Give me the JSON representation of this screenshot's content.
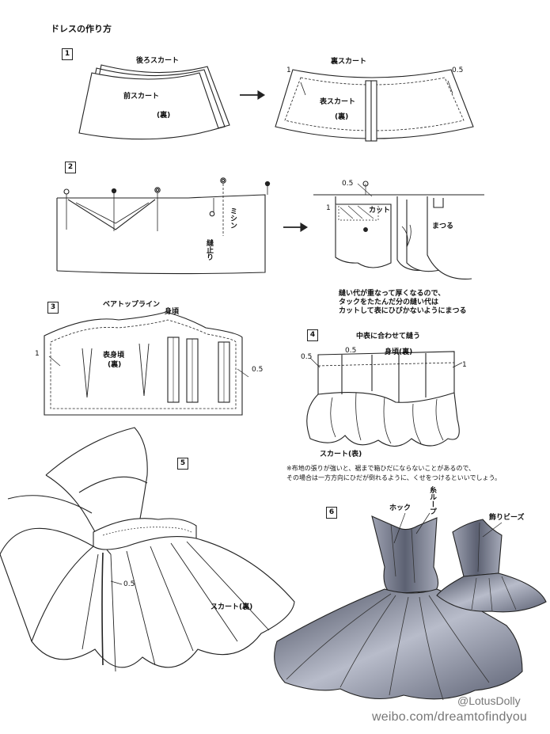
{
  "title": "ドレスの作り方",
  "steps": [
    "1",
    "2",
    "3",
    "4",
    "5",
    "6"
  ],
  "step1": {
    "back_skirt": "後ろスカート",
    "front_skirt": "前スカート",
    "reverse1": "(裏)",
    "lining_skirt": "裏スカート",
    "outer_skirt": "表スカート",
    "reverse2": "(裏)",
    "m1": "1",
    "m05": "0.5"
  },
  "step2": {
    "sewing": "ミシン",
    "stop_stitch": "縫止り",
    "m05": "0.5",
    "cut": "カット",
    "m1": "1",
    "blind_stitch": "まつる",
    "note1": "縫い代が重なって厚くなるので、",
    "note2": "タックをたたんだ分の縫い代は",
    "note3": "カットして表にひびかないようにまつる"
  },
  "step3": {
    "bare_top_line": "ベアトップライン",
    "bodice": "身頃",
    "outer_bodice": "表身頃",
    "reverse": "(裏)",
    "m1": "1",
    "m05": "0.5"
  },
  "step4": {
    "sew_center": "中表に合わせて縫う",
    "m05a": "0.5",
    "m05b": "0.5",
    "bodice_back": "身頃(裏)",
    "m1": "1",
    "skirt_front": "スカート(表)"
  },
  "note": {
    "line1": "※布地の張りが強いと、裾まで箱ひだにならないことがあるので、",
    "line2": "その場合は一方方向にひだが倒れるように、くせをつけるといいでしょう。"
  },
  "step5": {
    "m05": "0.5",
    "skirt_reverse": "スカート(裏)"
  },
  "step6": {
    "hook": "ホック",
    "thread_loop": "糸ループ",
    "decor_beads": "飾りビーズ"
  },
  "watermark": {
    "handle": "@LotusDolly",
    "url": "weibo.com/dreamtofindyou"
  }
}
